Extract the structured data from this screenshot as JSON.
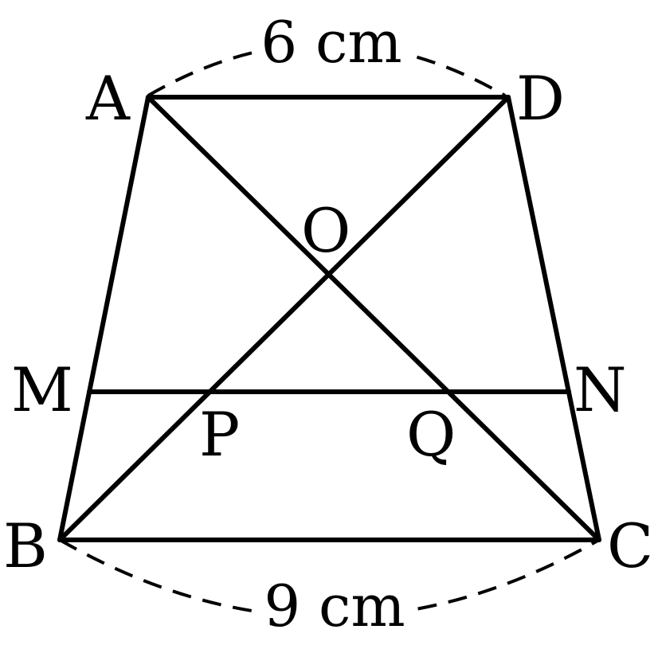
{
  "points": {
    "A": "A",
    "B": "B",
    "C": "C",
    "D": "D",
    "O": "O",
    "M": "M",
    "N": "N",
    "P": "P",
    "Q": "Q"
  },
  "dimensions": {
    "AD": "6 cm",
    "BC": "9 cm"
  },
  "colors": {
    "stroke": "#000000",
    "background": "#ffffff"
  }
}
